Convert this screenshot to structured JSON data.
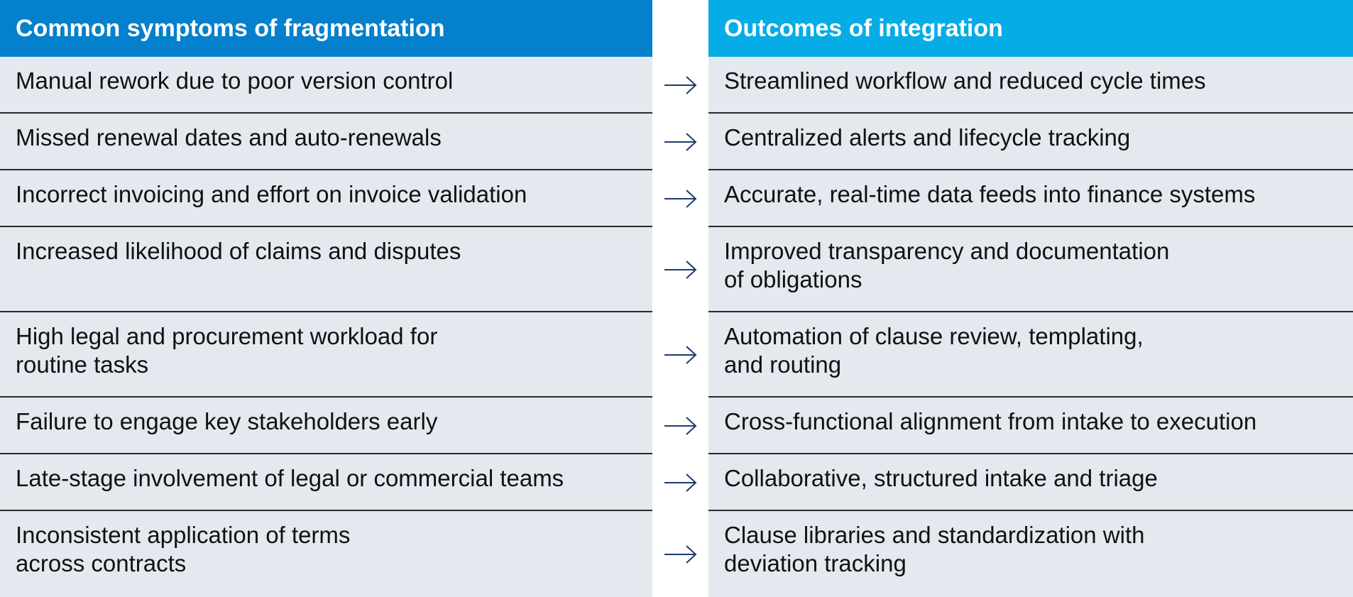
{
  "header": {
    "left_title": "Common symptoms of fragmentation",
    "right_title": "Outcomes of integration"
  },
  "colors": {
    "left_header": "#0480cc",
    "right_header": "#05ace6",
    "row_background": "#e3e9ef",
    "arrow": "#1b3c6e"
  },
  "rows": [
    {
      "symptom": "Manual rework due to poor version control",
      "outcome": "Streamlined workflow and reduced cycle times"
    },
    {
      "symptom": "Missed renewal dates and auto-renewals",
      "outcome": "Centralized alerts and lifecycle tracking"
    },
    {
      "symptom": "Incorrect invoicing and effort on invoice validation",
      "outcome": "Accurate, real-time data feeds into finance systems"
    },
    {
      "symptom": "Increased likelihood of claims and disputes",
      "outcome": "Improved transparency and documentation\nof obligations"
    },
    {
      "symptom": "High legal and procurement workload for\nroutine tasks",
      "outcome": "Automation of clause review, templating,\nand routing"
    },
    {
      "symptom": "Failure to engage key stakeholders early",
      "outcome": "Cross-functional alignment from intake to execution"
    },
    {
      "symptom": "Late-stage involvement of legal or commercial teams",
      "outcome": "Collaborative, structured intake and triage"
    },
    {
      "symptom": "Inconsistent application of terms\nacross contracts",
      "outcome": "Clause libraries and standardization with\ndeviation tracking"
    }
  ],
  "icons": {
    "row_arrow": "arrow-right-icon"
  }
}
